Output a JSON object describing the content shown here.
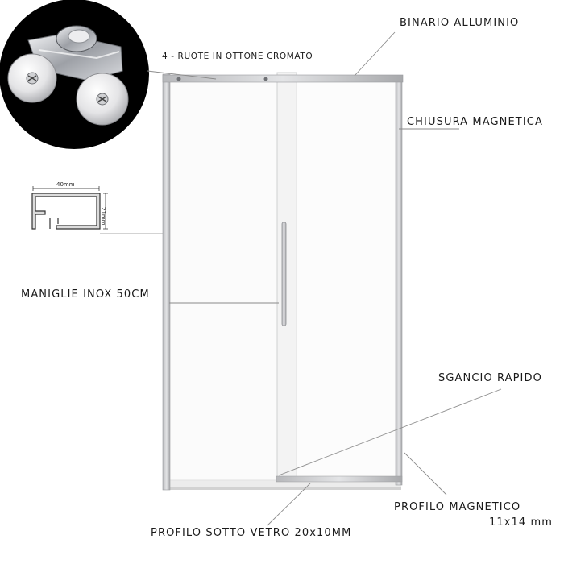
{
  "labels": {
    "binario": "BINARIO ALLUMINIO",
    "ruote": "4 - RUOTE IN OTTONE CROMATO",
    "chiusura": "CHIUSURA MAGNETICA",
    "maniglie": "MANIGLIE INOX 50CM",
    "sgancio": "SGANCIO RAPIDO",
    "profilo_magnetico": "PROFILO MAGNETICO",
    "profilo_magnetico_size": "11x14 mm",
    "profilo_sotto_vetro": "PROFILO SOTTO VETRO 20x10MM"
  },
  "profile_dimensions": {
    "width": "40mm",
    "height": "21mm"
  },
  "colors": {
    "frame": "#c9cacc",
    "frame_dark": "#9a9b9e",
    "glass": "#fbfbfb",
    "tray": "#e2e2e2",
    "leader": "#8a8a8a",
    "inset_bg": "#000000"
  }
}
